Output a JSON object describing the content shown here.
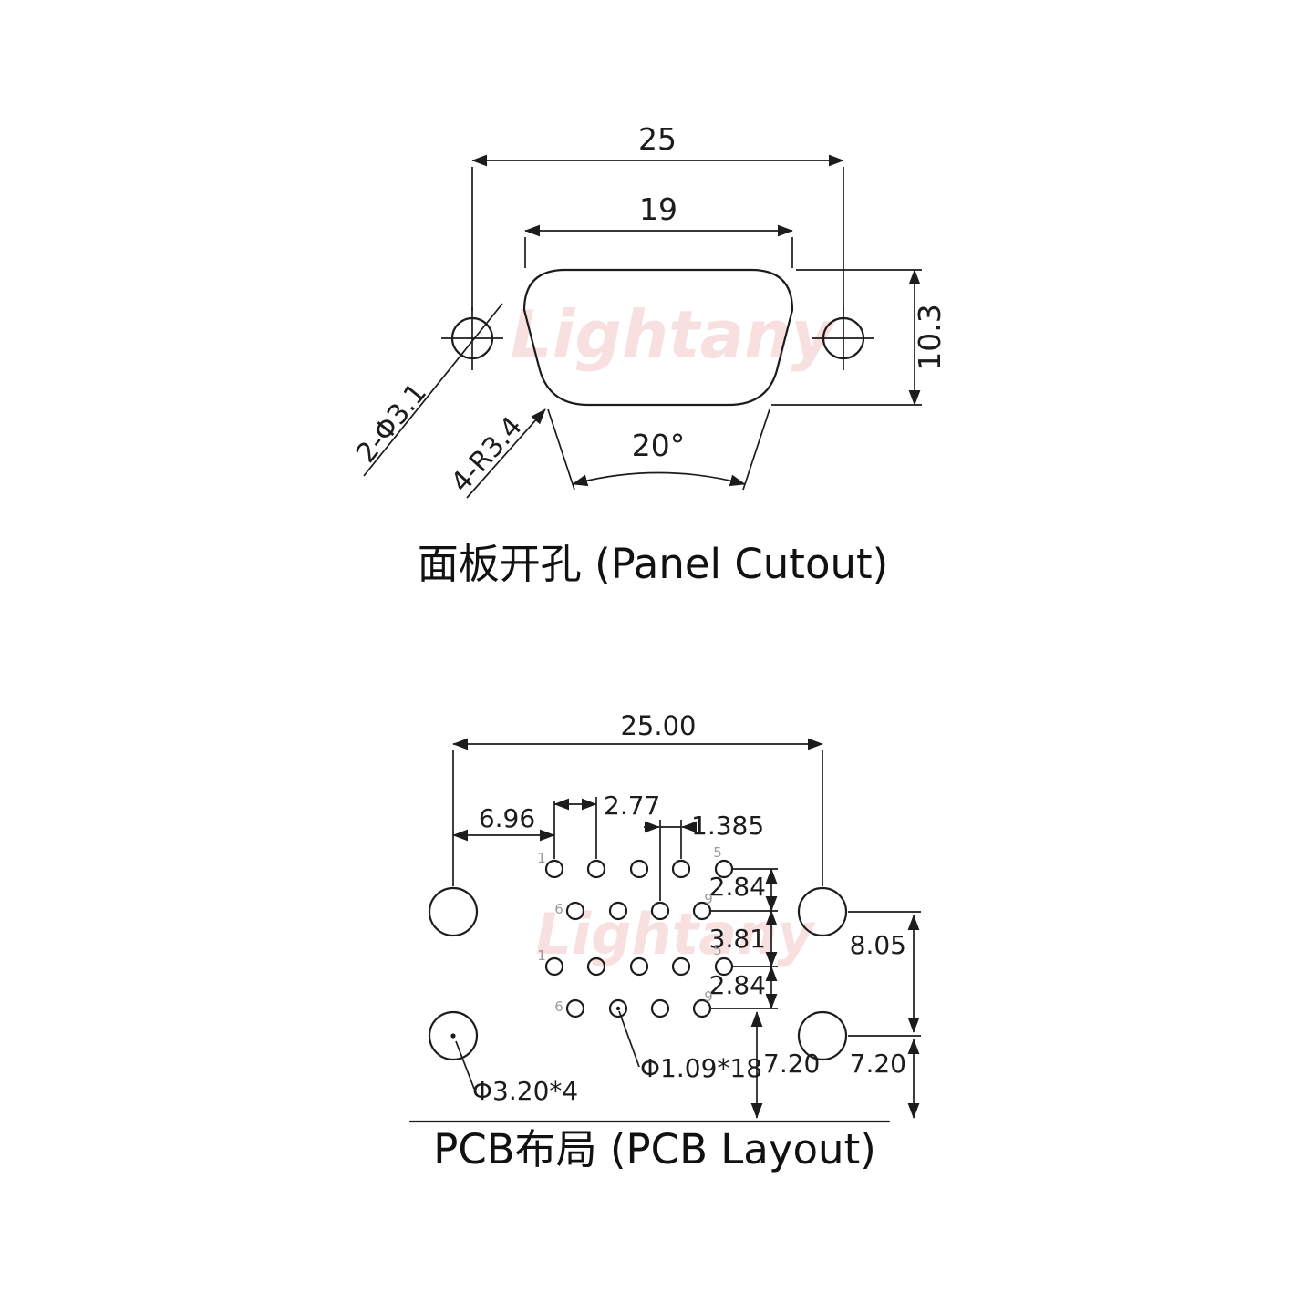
{
  "watermark": {
    "text": "Lightany"
  },
  "panel_cutout": {
    "title": "面板开孔 (Panel Cutout)",
    "dim_width_outer": "25",
    "dim_width_inner": "19",
    "dim_height": "10.3",
    "dim_angle": "20°",
    "label_mount_holes": "2-Φ3.1",
    "label_corner_radius": "4-R3.4"
  },
  "pcb_layout": {
    "title": "PCB布局 (PCB Layout)",
    "dim_mount_span": "25.00",
    "dim_edge_to_pin1": "6.96",
    "dim_pin_pitch": "2.77",
    "dim_row_offset": "1.385",
    "dim_row_gap_upper": "2.84",
    "dim_group_gap": "3.81",
    "dim_row_gap_lower": "2.84",
    "dim_mount_row_gap": "8.05",
    "dim_pin_to_edge": "7.20",
    "dim_mount_to_edge": "7.20",
    "label_mount_hole": "Φ3.20*4",
    "label_pin_hole": "Φ1.09*18",
    "pin_numbers": {
      "p1": "1",
      "p5": "5",
      "p6": "6",
      "p9": "9"
    }
  }
}
